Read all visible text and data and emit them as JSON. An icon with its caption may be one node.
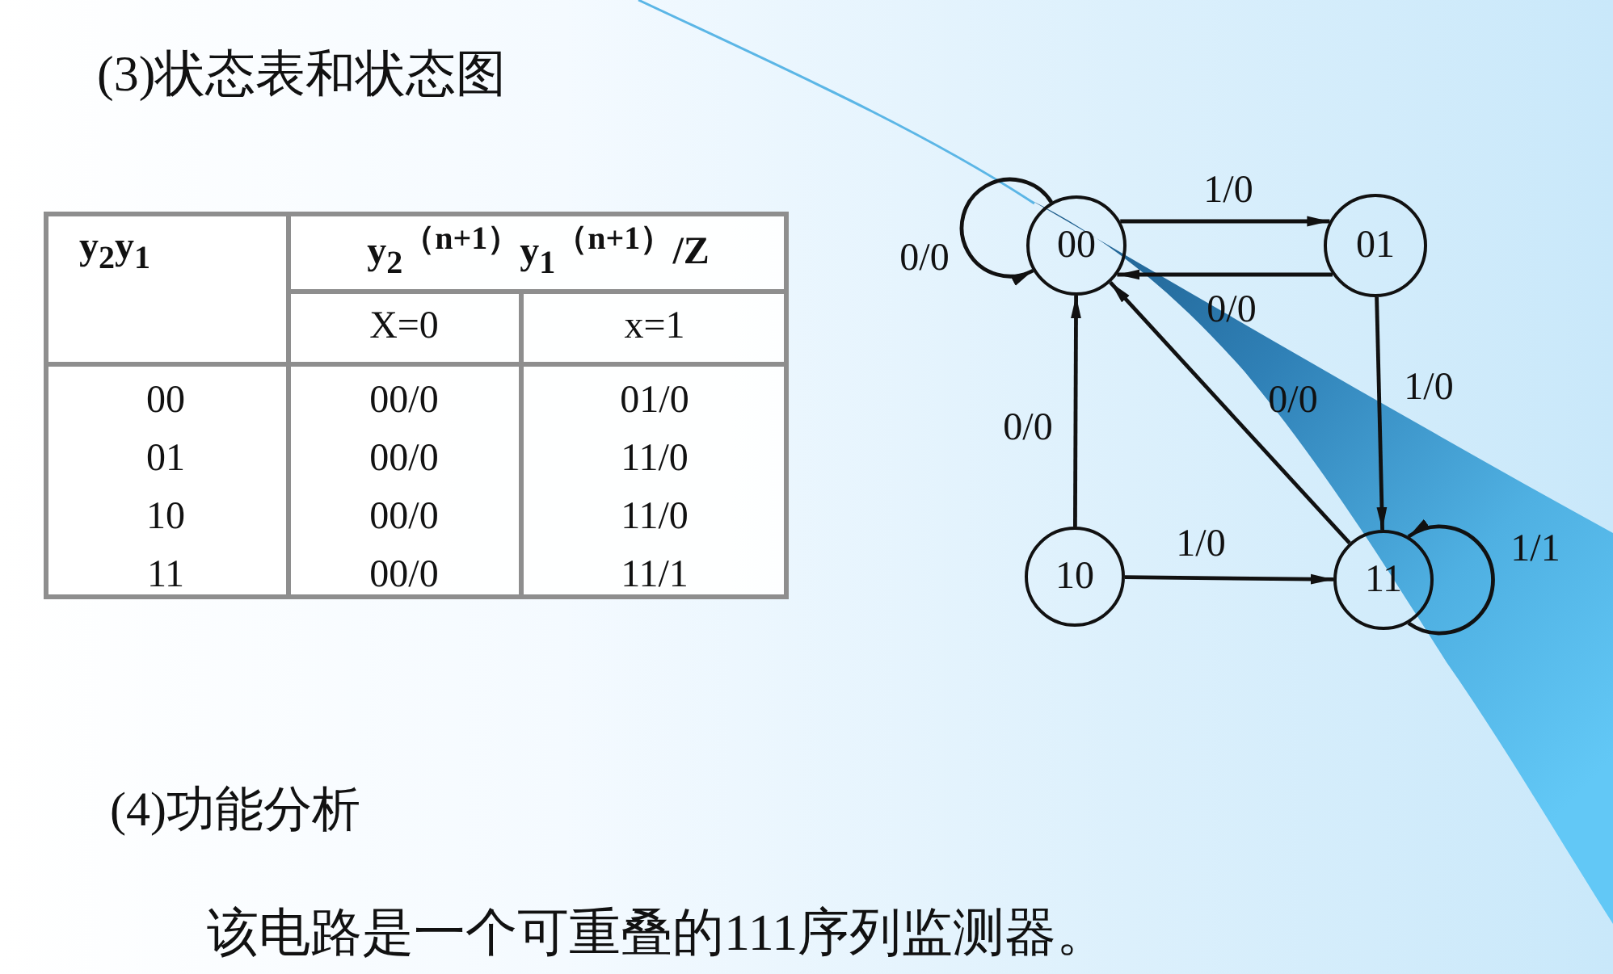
{
  "diagram": {
    "title": "(3)状态表和状态图",
    "nodes": [
      {
        "text": [
          "00"
        ]
      },
      {
        "text": [
          "01"
        ]
      },
      {
        "text": [
          "10"
        ]
      },
      {
        "text": [
          "11"
        ]
      }
    ],
    "edges": [
      {
        "from": 0,
        "to": 0,
        "arrow": "to",
        "label": "0/0"
      },
      {
        "from": 0,
        "to": 1,
        "arrow": "to",
        "label": "1/0"
      },
      {
        "from": 1,
        "to": 0,
        "arrow": "to",
        "label": "0/0"
      },
      {
        "from": 1,
        "to": 3,
        "arrow": "to",
        "label": "1/0"
      },
      {
        "from": 2,
        "to": 0,
        "arrow": "to",
        "label": "0/0"
      },
      {
        "from": 3,
        "to": 0,
        "arrow": "to",
        "label": "0/0"
      },
      {
        "from": 2,
        "to": 3,
        "arrow": "to",
        "label": "1/0"
      },
      {
        "from": 3,
        "to": 3,
        "arrow": "to",
        "label": "1/1"
      }
    ],
    "labels": [
      "y$_{2}$y$_{1}$",
      "y$_{2}$$^{（n+1）}$y$_{1}$$^{（n+1）}$/Z",
      "X=0",
      "x=1",
      "00",
      "00/0",
      "01/0",
      "01",
      "00/0",
      "11/0",
      "10",
      "00/0",
      "11/0",
      "11",
      "00/0",
      "11/1",
      "(4)功能分析",
      "该电路是一个可重叠的111序列监测器。"
    ]
  }
}
